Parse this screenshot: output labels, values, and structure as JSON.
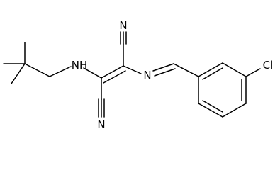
{
  "molecule": {
    "atoms": {
      "n_top": "N",
      "n_bottom": "N",
      "nh": "NH",
      "n_imine": "N",
      "cl": "Cl"
    }
  }
}
